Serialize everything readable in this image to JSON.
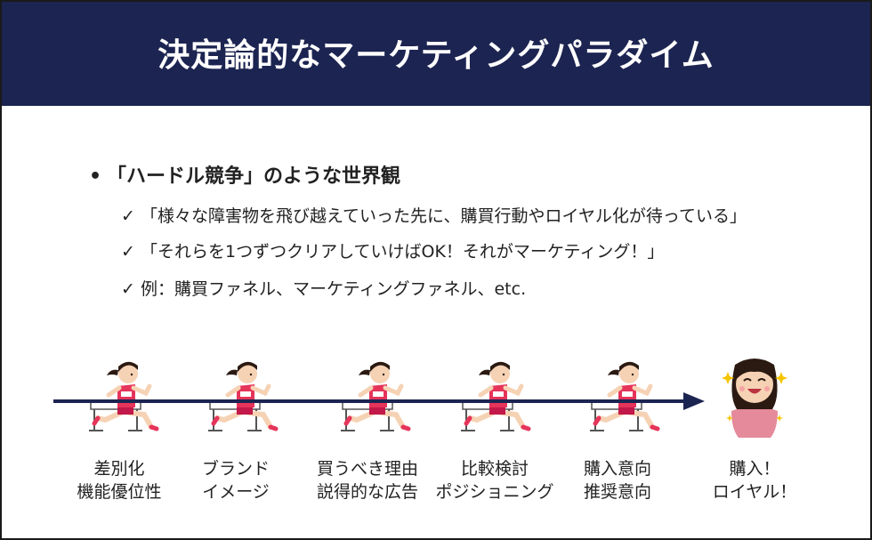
{
  "header": {
    "title": "決定論的なマーケティングパラダイム"
  },
  "bullets": {
    "main": "「ハードル競争」のような世界観",
    "bullet_symbol": "•",
    "check_symbol": "✓",
    "subs": [
      "「様々な障害物を飛び越えていった先に、購買行動やロイヤル化が待っている」",
      "「それらを1つずつクリアしていけばOK！それがマーケティング！」",
      "例：購買ファネル、マーケティングファネル、etc."
    ]
  },
  "stages": [
    {
      "line1": "差別化",
      "line2": "機能優位性"
    },
    {
      "line1": "ブランド",
      "line2": "イメージ"
    },
    {
      "line1": "買うべき理由",
      "line2": "説得的な広告"
    },
    {
      "line1": "比較検討",
      "line2": "ポジショニング"
    },
    {
      "line1": "購入意向",
      "line2": "推奨意向"
    },
    {
      "line1": "購入！",
      "line2": "ロイヤル！"
    }
  ],
  "colors": {
    "header_bg": "#1c2451",
    "arrow": "#1c2451",
    "uniform": "#e6345a",
    "skin": "#f6d2b4",
    "hair": "#2b1a12",
    "sparkle": "#f5c400"
  },
  "icons": [
    "bullet-dot-icon",
    "check-icon",
    "runner-illustration",
    "hurdle-illustration",
    "happy-customer-illustration",
    "sparkle-icon"
  ]
}
